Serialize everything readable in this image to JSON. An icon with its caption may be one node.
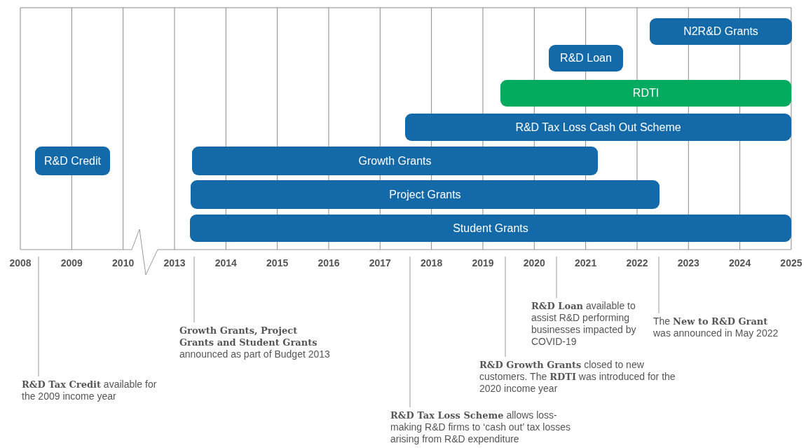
{
  "diagram": {
    "nodes": [
      {
        "text": [
          "N2R&D Grants"
        ]
      },
      {
        "text": [
          "R&D Loan"
        ]
      },
      {
        "text": [
          "RDTI"
        ]
      },
      {
        "text": [
          "R&D Tax Loss Cash Out Scheme"
        ]
      },
      {
        "text": [
          "R&D Credit"
        ]
      },
      {
        "text": [
          "Growth Grants"
        ]
      },
      {
        "text": [
          "Project Grants"
        ]
      },
      {
        "text": [
          "Student Grants"
        ]
      },
      {
        "text": [
          "**R&D Tax Credit** available for the 2009 income year"
        ]
      },
      {
        "text": [
          "**Growth Grants, Project Grants and Student Grants** announced as part of Budget 2013"
        ]
      },
      {
        "text": [
          "**R&D Tax Loss Scheme** allows loss-making R&D firms to ‘cash out’ tax losses arising from R&D expenditure"
        ]
      },
      {
        "text": [
          "**R&D Growth Grants** closed to new customers. The **RDTI** was introduced for the 2020 income year"
        ]
      },
      {
        "text": [
          "**R&D Loan** available to assist R&D performing businesses impacted by COVID-19"
        ]
      },
      {
        "text": [
          "The **New to R&D Grant** was announced in May 2022"
        ]
      }
    ],
    "edges": [
      {
        "from": 8,
        "to": null,
        "arrow": "none"
      },
      {
        "from": 9,
        "to": null,
        "arrow": "none"
      },
      {
        "from": 10,
        "to": null,
        "arrow": "none"
      },
      {
        "from": 11,
        "to": null,
        "arrow": "none"
      },
      {
        "from": 12,
        "to": null,
        "arrow": "none"
      },
      {
        "from": 13,
        "to": null,
        "arrow": "none"
      }
    ],
    "labels": [
      "2008",
      "2009",
      "2010",
      "2013",
      "2014",
      "2015",
      "2016",
      "2017",
      "2018",
      "2019",
      "2020",
      "2021",
      "2022",
      "2023",
      "2024",
      "2025"
    ]
  }
}
